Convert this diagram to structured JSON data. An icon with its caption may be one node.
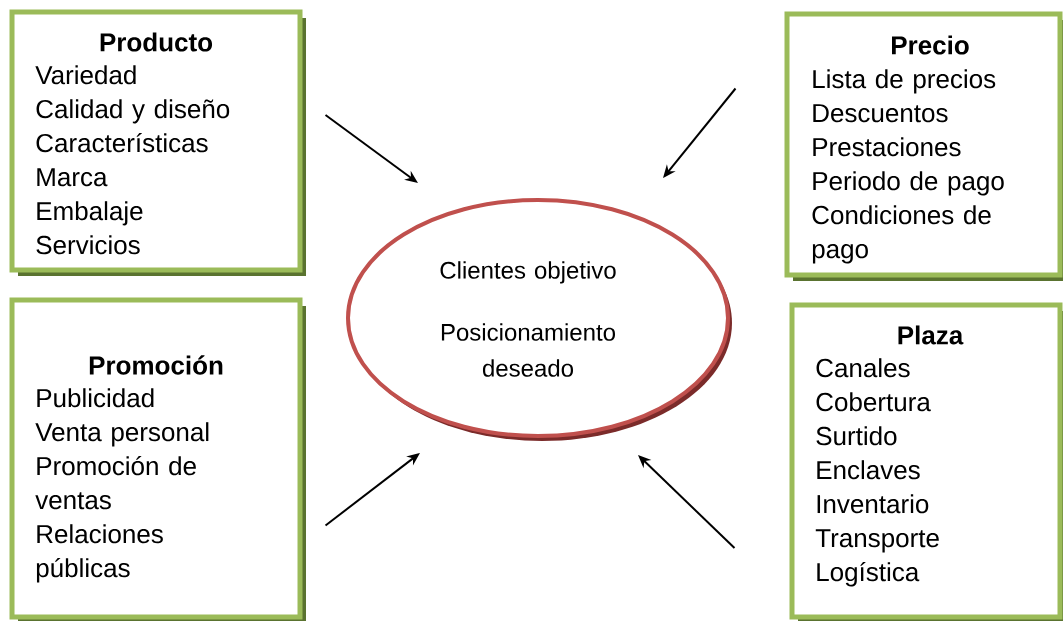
{
  "diagram": {
    "nodes": [
      {
        "text": [
          "Producto",
          "Variedad",
          "Calidad y diseño",
          "Características",
          "Marca",
          "Embalaje",
          "Servicios"
        ]
      },
      {
        "text": [
          "Precio",
          "Lista de precios",
          "Descuentos",
          "Prestaciones",
          "Periodo de pago",
          "Condiciones de pago"
        ]
      },
      {
        "text": [
          "Clientes objetivo",
          "Posicionamiento deseado"
        ]
      },
      {
        "text": [
          "Promoción",
          "Publicidad",
          "Venta personal",
          "Promoción de ventas",
          "Relaciones públicas"
        ]
      },
      {
        "text": [
          "Plaza",
          "Canales",
          "Cobertura",
          "Surtido",
          "Enclaves",
          "Inventario",
          "Transporte",
          "Logística"
        ]
      }
    ],
    "edges": [
      {
        "from": 0,
        "to": 2,
        "arrow": "to"
      },
      {
        "from": 1,
        "to": 2,
        "arrow": "to"
      },
      {
        "from": 3,
        "to": 2,
        "arrow": "to"
      },
      {
        "from": 4,
        "to": 2,
        "arrow": "to"
      }
    ]
  }
}
